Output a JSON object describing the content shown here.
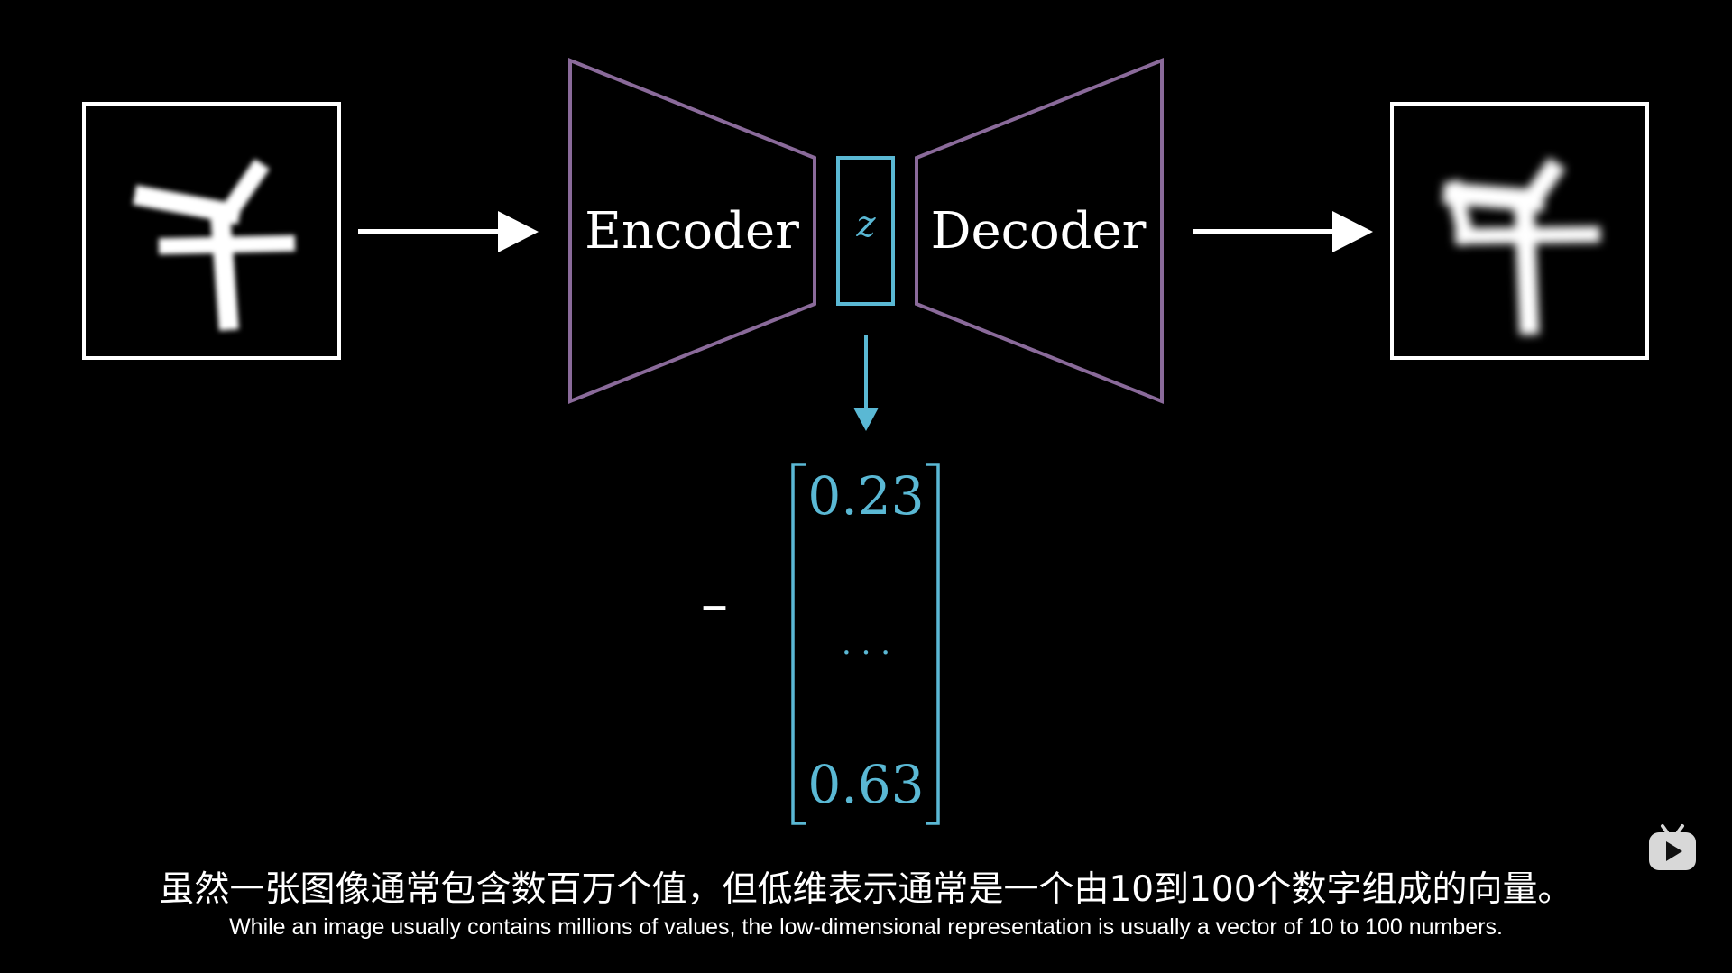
{
  "diagram": {
    "encoder_label": "Encoder",
    "decoder_label": "Decoder",
    "latent_label": "z",
    "vector": {
      "first": "0.23",
      "middle": "· · ·",
      "last": "0.63"
    },
    "dash": "–"
  },
  "subtitles": {
    "zh": "虽然一张图像通常包含数百万个值，但低维表示通常是一个由10到100个数字组成的向量。",
    "en": "While an image usually contains millions of values, the low-dimensional representation is usually a vector of 10 to 100 numbers."
  },
  "colors": {
    "background": "#000000",
    "trapezoid_stroke": "#8a6a9a",
    "latent_accent": "#5ab8d4",
    "frame": "#ffffff"
  },
  "icons": {
    "arrow": "right-arrow-icon",
    "down_arrow": "down-arrow-icon",
    "play_logo": "play-logo-icon"
  }
}
